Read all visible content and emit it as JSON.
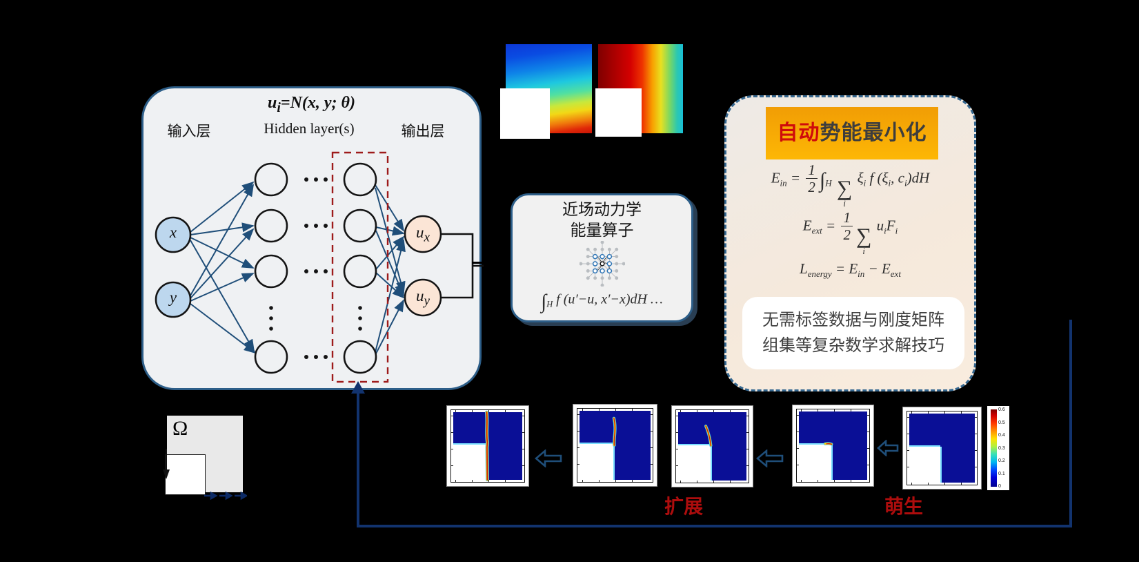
{
  "nn": {
    "title": "u<sub>i</sub>=N(x, y; θ)",
    "input_layer": "输入层",
    "hidden_layer": "Hidden layer(s)",
    "output_layer": "输出层",
    "input_x": "x",
    "input_y": "y",
    "output_ux": "u<sub>x</sub>",
    "output_uy": "u<sub>y</sub>"
  },
  "energy_operator": {
    "title_line1": "近场动力学",
    "title_line2": "能量算子",
    "formula": "<span class='bint'>∫</span><sub>H</sub> f (u′−u, x′−x)dH …"
  },
  "minimization": {
    "header_highlight": "自动",
    "header_rest": "势能最小化",
    "formula_internal": "E<sub>in</sub> = <span class='frac'><span class='fn'>1</span><span class='fd'>2</span></span><span class='bint'>∫</span><sub>H</sub> <span class='bsum'><span class='sop'>∑</span><span class='ssb'>i</span></span> ξ<sub>i</sub> f (ξ<sub>i</sub>, c<sub>i</sub>)dH",
    "formula_external": "E<sub>ext</sub> = <span class='frac'><span class='fn'>1</span><span class='fd'>2</span></span><span class='bsum'><span class='sop'>∑</span><span class='ssb'>i</span></span> u<sub>i</sub>F<sub>i</sub>",
    "formula_loss": "L<sub>energy</sub> = E<sub>in</sub> − E<sub>ext</sub>",
    "note_line1": "无需标签数据与刚度矩阵",
    "note_line2": "组集等复杂数学求解技巧"
  },
  "domain": {
    "label": "Ω"
  },
  "crack_sequence": {
    "label_propagation": "扩展",
    "label_initiation": "萌生",
    "colorbar_ticks": [
      "0.6",
      "0.5",
      "0.4",
      "0.3",
      "0.2",
      "0.1",
      "0"
    ]
  },
  "colors": {
    "accent_blue": "#1f4e79",
    "loop_blue": "#12336e",
    "dashed_red": "#9e1b1b",
    "title_red": "#cf0b0b",
    "label_red": "#ad0d0d",
    "domain_blue": "#0a0f96",
    "node_input": "#bdd7ee",
    "node_output": "#fbe5d6"
  }
}
